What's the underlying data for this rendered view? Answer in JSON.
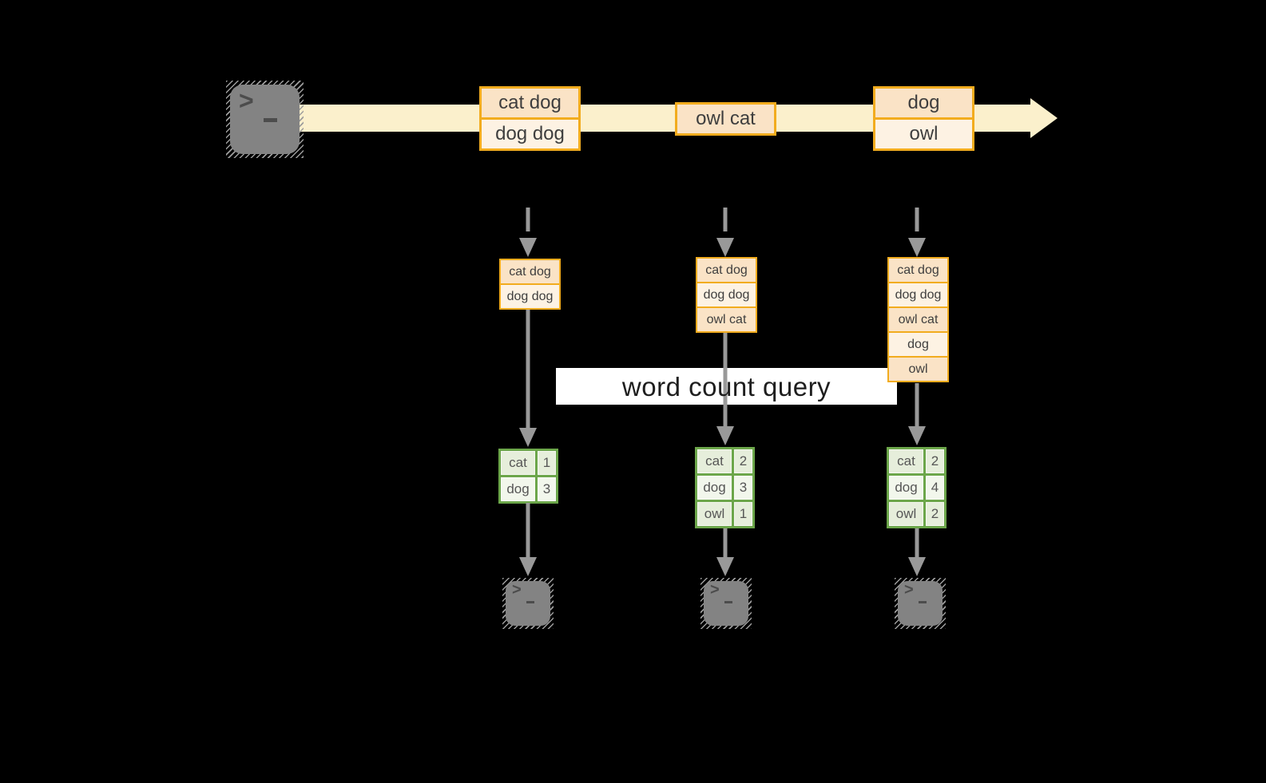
{
  "banner": {
    "label": "word count query"
  },
  "icons": {
    "prompt_chevron": ">",
    "source_terminal": "terminal-prompt-icon",
    "sink_terminal": "terminal-prompt-icon",
    "stream_arrow": "right-arrow",
    "flow_arrow": "down-arrow"
  },
  "colors": {
    "background": "#000000",
    "stream_band": "#FBF0CC",
    "event_border": "#F2AC1E",
    "event_fill_dark": "#FAE3C6",
    "event_fill_light": "#FDF2E3",
    "table_border": "#6CA64A",
    "table_fill_dark": "#E6EEDB",
    "table_fill_light": "#F2F7EC",
    "arrow_gray": "#999999",
    "terminal_gray": "#838383",
    "banner_bg": "#FFFFFF"
  },
  "stream": {
    "events": [
      {
        "lines": [
          "cat dog",
          "dog dog"
        ]
      },
      {
        "lines": [
          "owl cat"
        ]
      },
      {
        "lines": [
          "dog",
          "owl"
        ]
      }
    ]
  },
  "columns": [
    {
      "state": [
        "cat dog",
        "dog dog"
      ],
      "counts": [
        {
          "word": "cat",
          "count": "1"
        },
        {
          "word": "dog",
          "count": "3"
        }
      ]
    },
    {
      "state": [
        "cat dog",
        "dog dog",
        "owl cat"
      ],
      "counts": [
        {
          "word": "cat",
          "count": "2"
        },
        {
          "word": "dog",
          "count": "3"
        },
        {
          "word": "owl",
          "count": "1"
        }
      ]
    },
    {
      "state": [
        "cat dog",
        "dog dog",
        "owl cat",
        "dog",
        "owl"
      ],
      "counts": [
        {
          "word": "cat",
          "count": "2"
        },
        {
          "word": "dog",
          "count": "4"
        },
        {
          "word": "owl",
          "count": "2"
        }
      ]
    }
  ]
}
